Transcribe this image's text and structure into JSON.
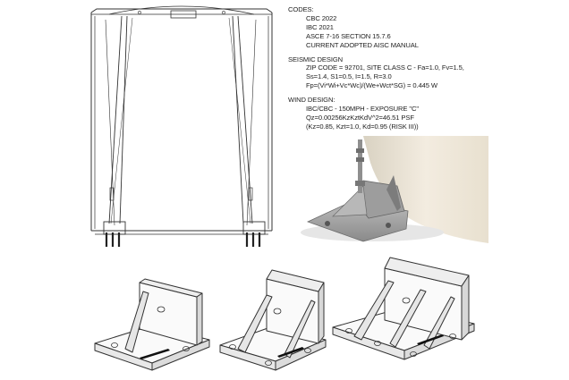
{
  "notes": {
    "codes_heading": "CODES:",
    "codes": [
      "CBC 2022",
      "IBC 2021",
      "ASCE 7-16 SECTION 15.7.6",
      "CURRENT ADOPTED AISC MANUAL"
    ],
    "seismic_heading": "SEISMIC DESIGN",
    "seismic": [
      "ZIP CODE = 92701, SITE CLASS C - Fa=1.0, Fv=1.5,",
      "Ss=1.4, S1=0.5, I=1.5, R=3.0",
      "Fp=(Vi*Wi+Vc*Wc)/(We+Wct*SG) = 0.445 W"
    ],
    "wind_heading": "WIND DESIGN:",
    "wind": [
      "IBC/CBC - 150MPH - EXPOSURE \"C\"",
      "Qz=0.00256KzKztKdV^2=46.51 PSF",
      "(Kz=0.85, Kzt=1.0, Kd=0.95 (RISK III))"
    ]
  },
  "icons": {
    "tank_drawing": "tank-elevation-drawing",
    "photo": "anchor-bracket-photo",
    "bracket_small": "bracket-render-small",
    "bracket_medium": "bracket-render-medium",
    "bracket_large": "bracket-render-large"
  },
  "colors": {
    "line": "#333333",
    "photo_tank": "#efe7d6",
    "photo_plate": "#a9a9a9"
  }
}
